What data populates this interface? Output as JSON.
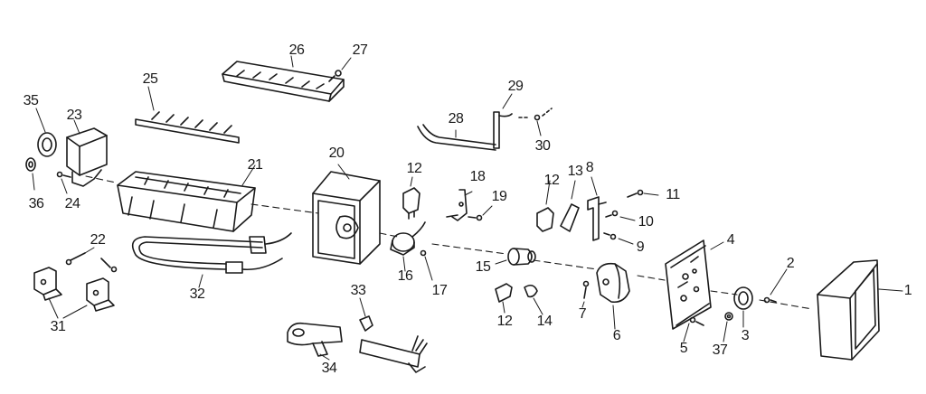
{
  "diagram": {
    "style": "exploded parts diagram, black line art on white",
    "ink_color": "#1a1a1a",
    "background_color": "#ffffff",
    "callouts": [
      "1",
      "2",
      "3",
      "4",
      "5",
      "6",
      "7",
      "8",
      "9",
      "10",
      "11",
      "12",
      "12",
      "12",
      "13",
      "14",
      "15",
      "16",
      "17",
      "18",
      "19",
      "20",
      "21",
      "22",
      "23",
      "24",
      "25",
      "26",
      "27",
      "28",
      "29",
      "30",
      "31",
      "32",
      "33",
      "34",
      "35",
      "36",
      "37"
    ]
  }
}
